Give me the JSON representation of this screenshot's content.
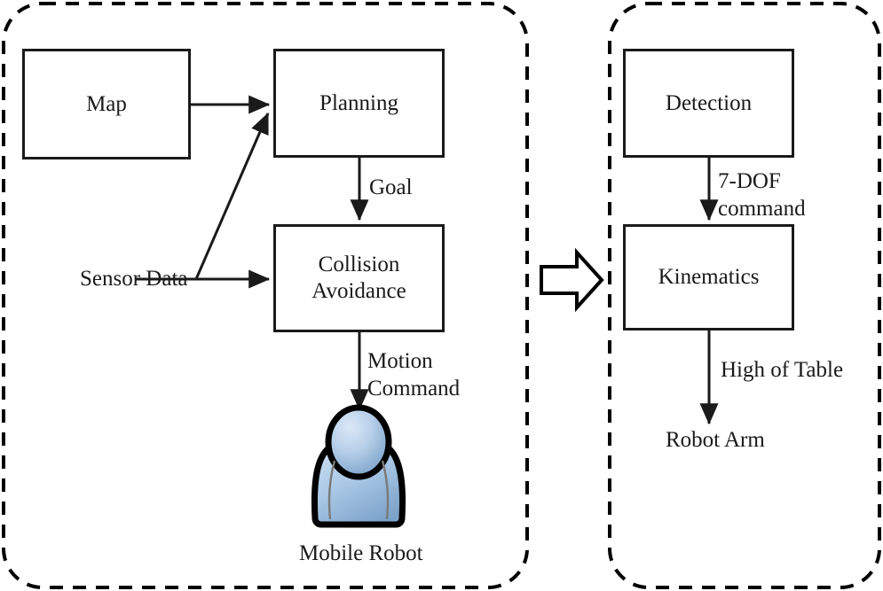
{
  "diagram": {
    "title": "Mobile Robot and Robot Arm System Architecture",
    "groups": [
      {
        "id": "mobile-robot-group",
        "label": ""
      },
      {
        "id": "robot-arm-group",
        "label": ""
      }
    ],
    "colors": {
      "stroke": "#1a1a1a",
      "text": "#1a1a1a",
      "background": "#ffffff",
      "avatar_light": "#d3e2f4",
      "avatar_mid": "#a9c6e4",
      "avatar_dark": "#7ba2c8",
      "avatar_outline": "#000000",
      "avatar_crease": "#6f6f6f"
    }
  },
  "left_panel": {
    "nodes": {
      "map": "Map",
      "planning": "Planning",
      "collision_avoidance": "Collision\nAvoidance"
    },
    "labels": {
      "sensor_data": "Sensor Data",
      "goal": "Goal",
      "motion_line1": "Motion",
      "motion_line2": "Command",
      "mobile_robot": "Mobile Robot"
    },
    "icons": {
      "robot_avatar": "person-avatar-icon"
    }
  },
  "right_panel": {
    "nodes": {
      "detection": "Detection",
      "kinematics": "Kinematics"
    },
    "labels": {
      "dof_line1": "7-DOF",
      "dof_line2": "command",
      "high_of_table": "High of Table",
      "robot_arm": "Robot Arm"
    }
  },
  "connector": {
    "icon": "block-arrow-right-icon"
  }
}
